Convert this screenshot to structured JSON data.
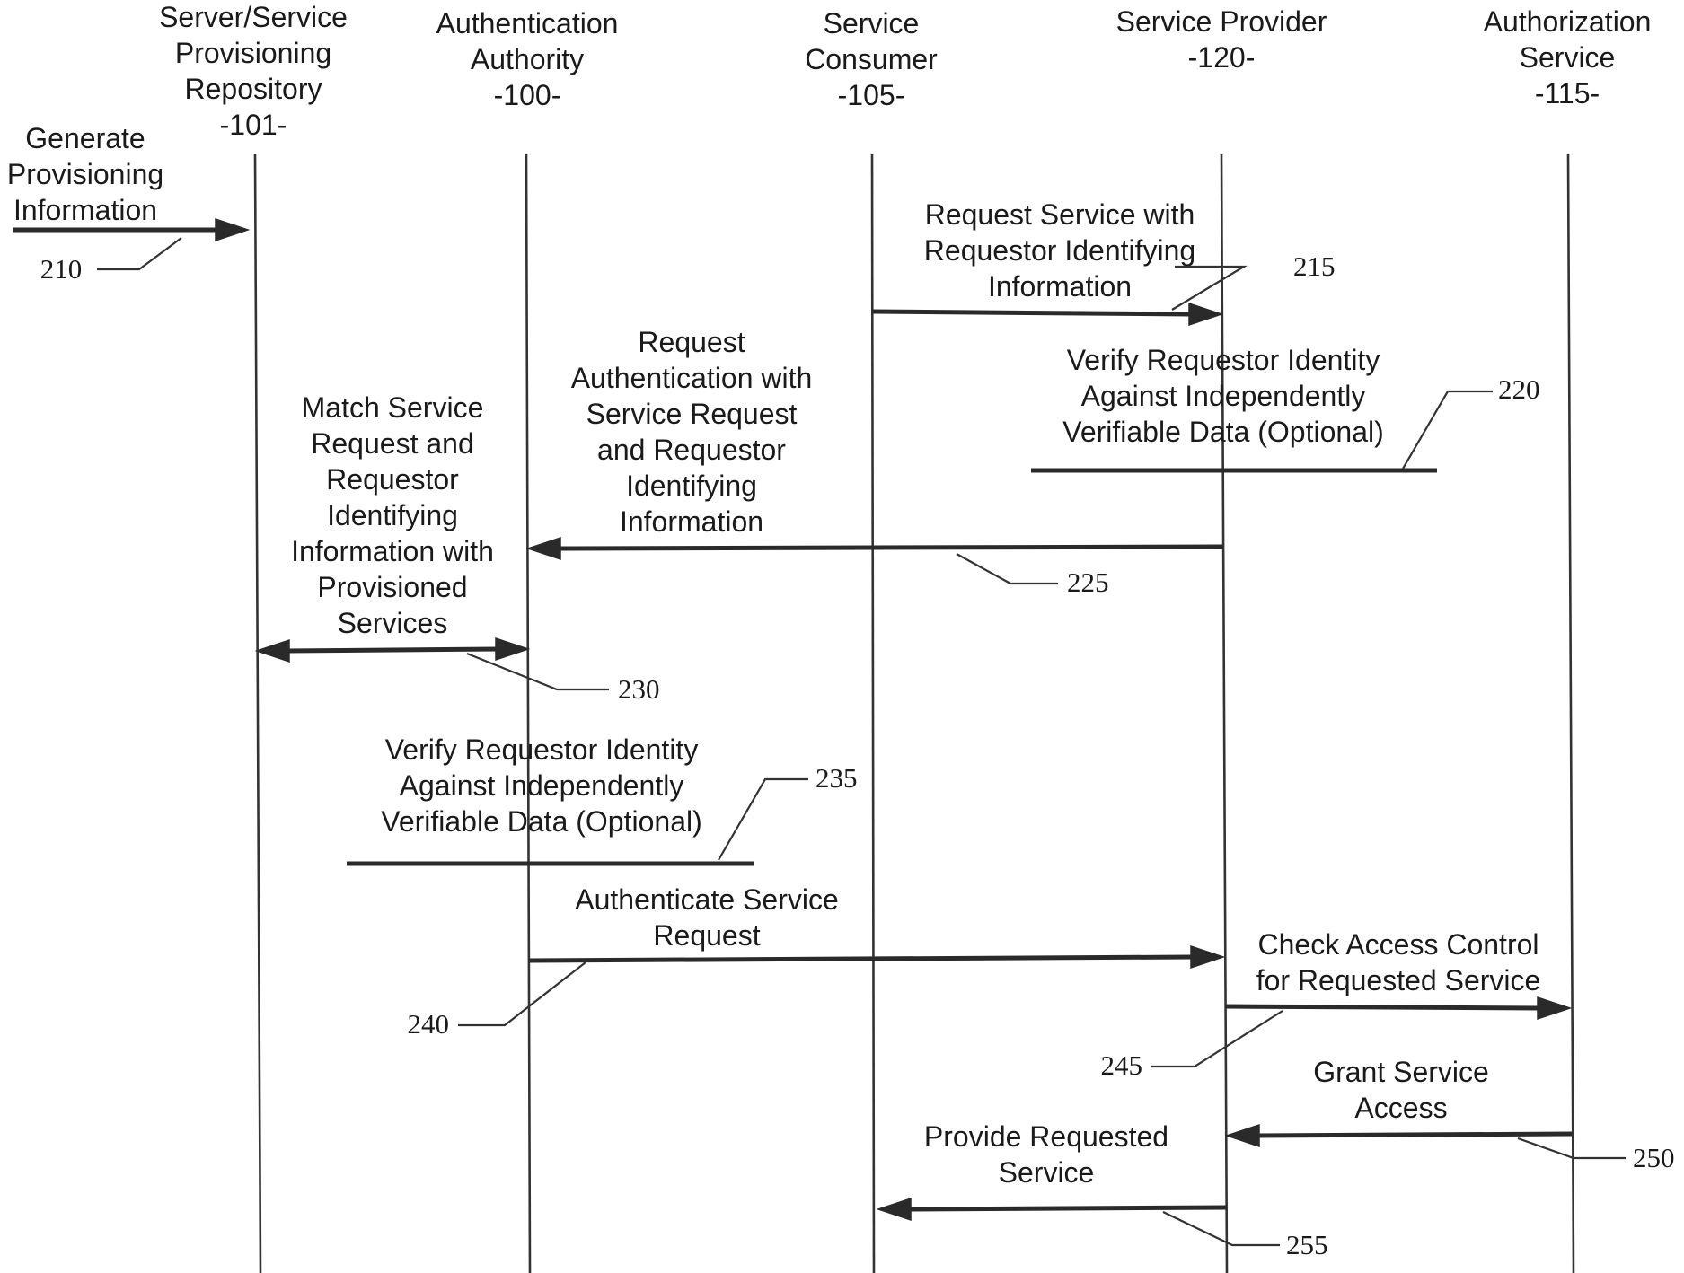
{
  "participants": [
    {
      "id": "repo",
      "lines": [
        "Server/Service",
        "Provisioning",
        "Repository",
        "-101-"
      ]
    },
    {
      "id": "authority",
      "lines": [
        "Authentication",
        "Authority",
        "-100-"
      ]
    },
    {
      "id": "consumer",
      "lines": [
        "Service",
        "Consumer",
        "-105-"
      ]
    },
    {
      "id": "provider",
      "lines": [
        "Service Provider",
        "-120-"
      ]
    },
    {
      "id": "authz",
      "lines": [
        "Authorization",
        "Service",
        "-115-"
      ]
    }
  ],
  "steps": [
    {
      "id": "210",
      "ref": "210",
      "lines": [
        "Generate",
        "Provisioning",
        "Information"
      ]
    },
    {
      "id": "215",
      "ref": "215",
      "lines": [
        "Request Service with",
        "Requestor Identifying",
        "Information"
      ]
    },
    {
      "id": "220",
      "ref": "220",
      "lines": [
        "Verify Requestor Identity",
        "Against Independently",
        "Verifiable Data (Optional)"
      ]
    },
    {
      "id": "225",
      "ref": "225",
      "lines": [
        "Request",
        "Authentication with",
        "Service Request",
        "and Requestor",
        "Identifying",
        "Information"
      ]
    },
    {
      "id": "230",
      "ref": "230",
      "lines": [
        "Match Service",
        "Request and",
        "Requestor",
        "Identifying",
        "Information with",
        "Provisioned",
        "Services"
      ]
    },
    {
      "id": "235",
      "ref": "235",
      "lines": [
        "Verify Requestor Identity",
        "Against Independently",
        "Verifiable Data (Optional)"
      ]
    },
    {
      "id": "240",
      "ref": "240",
      "lines": [
        "Authenticate Service",
        "Request"
      ]
    },
    {
      "id": "245",
      "ref": "245",
      "lines": [
        "Check Access Control",
        "for Requested Service"
      ]
    },
    {
      "id": "250",
      "ref": "250",
      "lines": [
        "Grant Service",
        "Access"
      ]
    },
    {
      "id": "255",
      "ref": "255",
      "lines": [
        "Provide Requested",
        "Service"
      ]
    }
  ]
}
